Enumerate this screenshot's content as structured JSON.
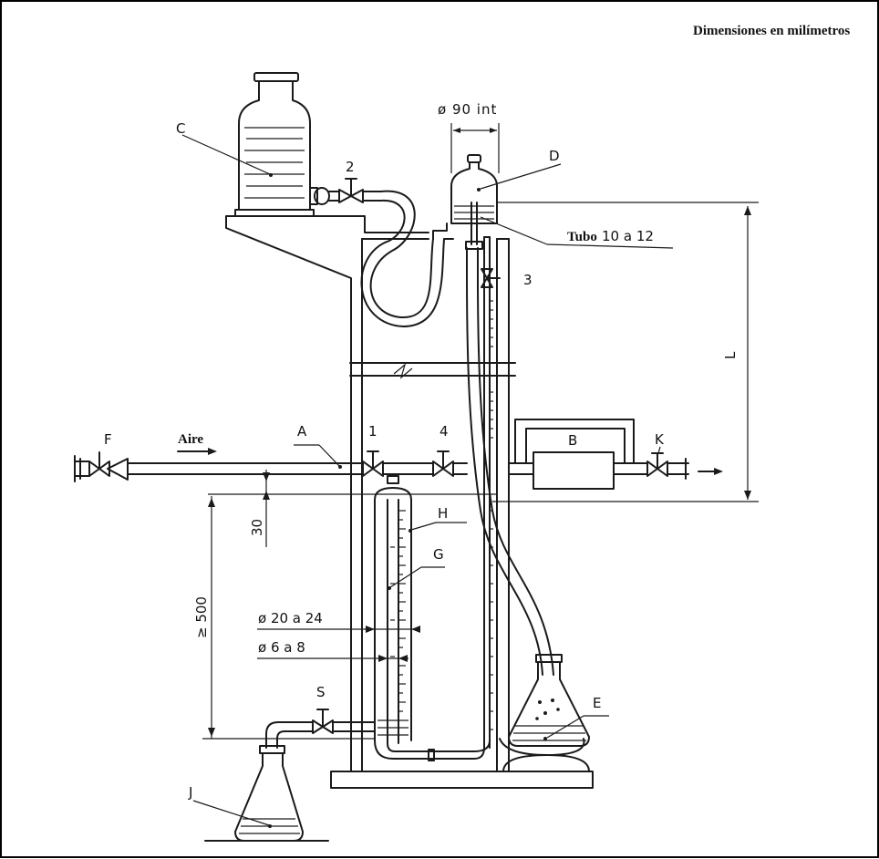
{
  "header": {
    "units_note": "Dimensiones en milímetros"
  },
  "labels": {
    "C": "C",
    "D": "D",
    "two": "2",
    "three": "3",
    "B": "B",
    "K": "K",
    "F": "F",
    "A": "A",
    "one": "1",
    "four": "4",
    "H": "H",
    "G": "G",
    "S": "S",
    "E": "E",
    "J": "J",
    "L": "L"
  },
  "dimensions": {
    "diam_90": "ø 90  int",
    "tubo_prefix": "Tubo",
    "tubo": "10  a  12",
    "diam_20_24": "ø 20  a  24",
    "diam_6_8": "ø 6  a  8",
    "d30": "30",
    "d500": "≥ 500"
  },
  "flow": {
    "aire": "Aire"
  },
  "colors": {
    "ink": "#1a1a1a",
    "paper": "#ffffff",
    "frame": "#000000"
  }
}
